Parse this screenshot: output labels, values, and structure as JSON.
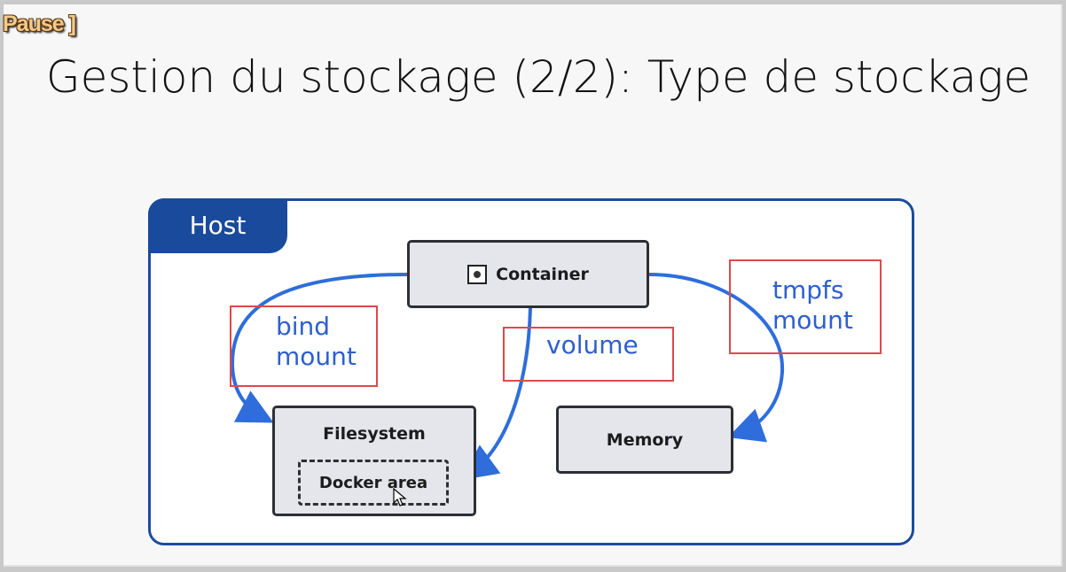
{
  "overlay": {
    "pause_label": "Pause ]"
  },
  "slide": {
    "title": "Gestion du stockage (2/2): Type de stockage"
  },
  "diagram": {
    "host_label": "Host",
    "container_label": "Container",
    "filesystem_label": "Filesystem",
    "docker_area_label": "Docker area",
    "memory_label": "Memory",
    "bind_mount_label": [
      "bind",
      "mount"
    ],
    "volume_label": "volume",
    "tmpfs_mount_label": [
      "tmpfs",
      "mount"
    ]
  },
  "colors": {
    "host_border": "#1b4c9f",
    "arrow_blue": "#2e6ddb",
    "highlight_red": "#e0484a",
    "node_fill": "#e4e6ec"
  }
}
